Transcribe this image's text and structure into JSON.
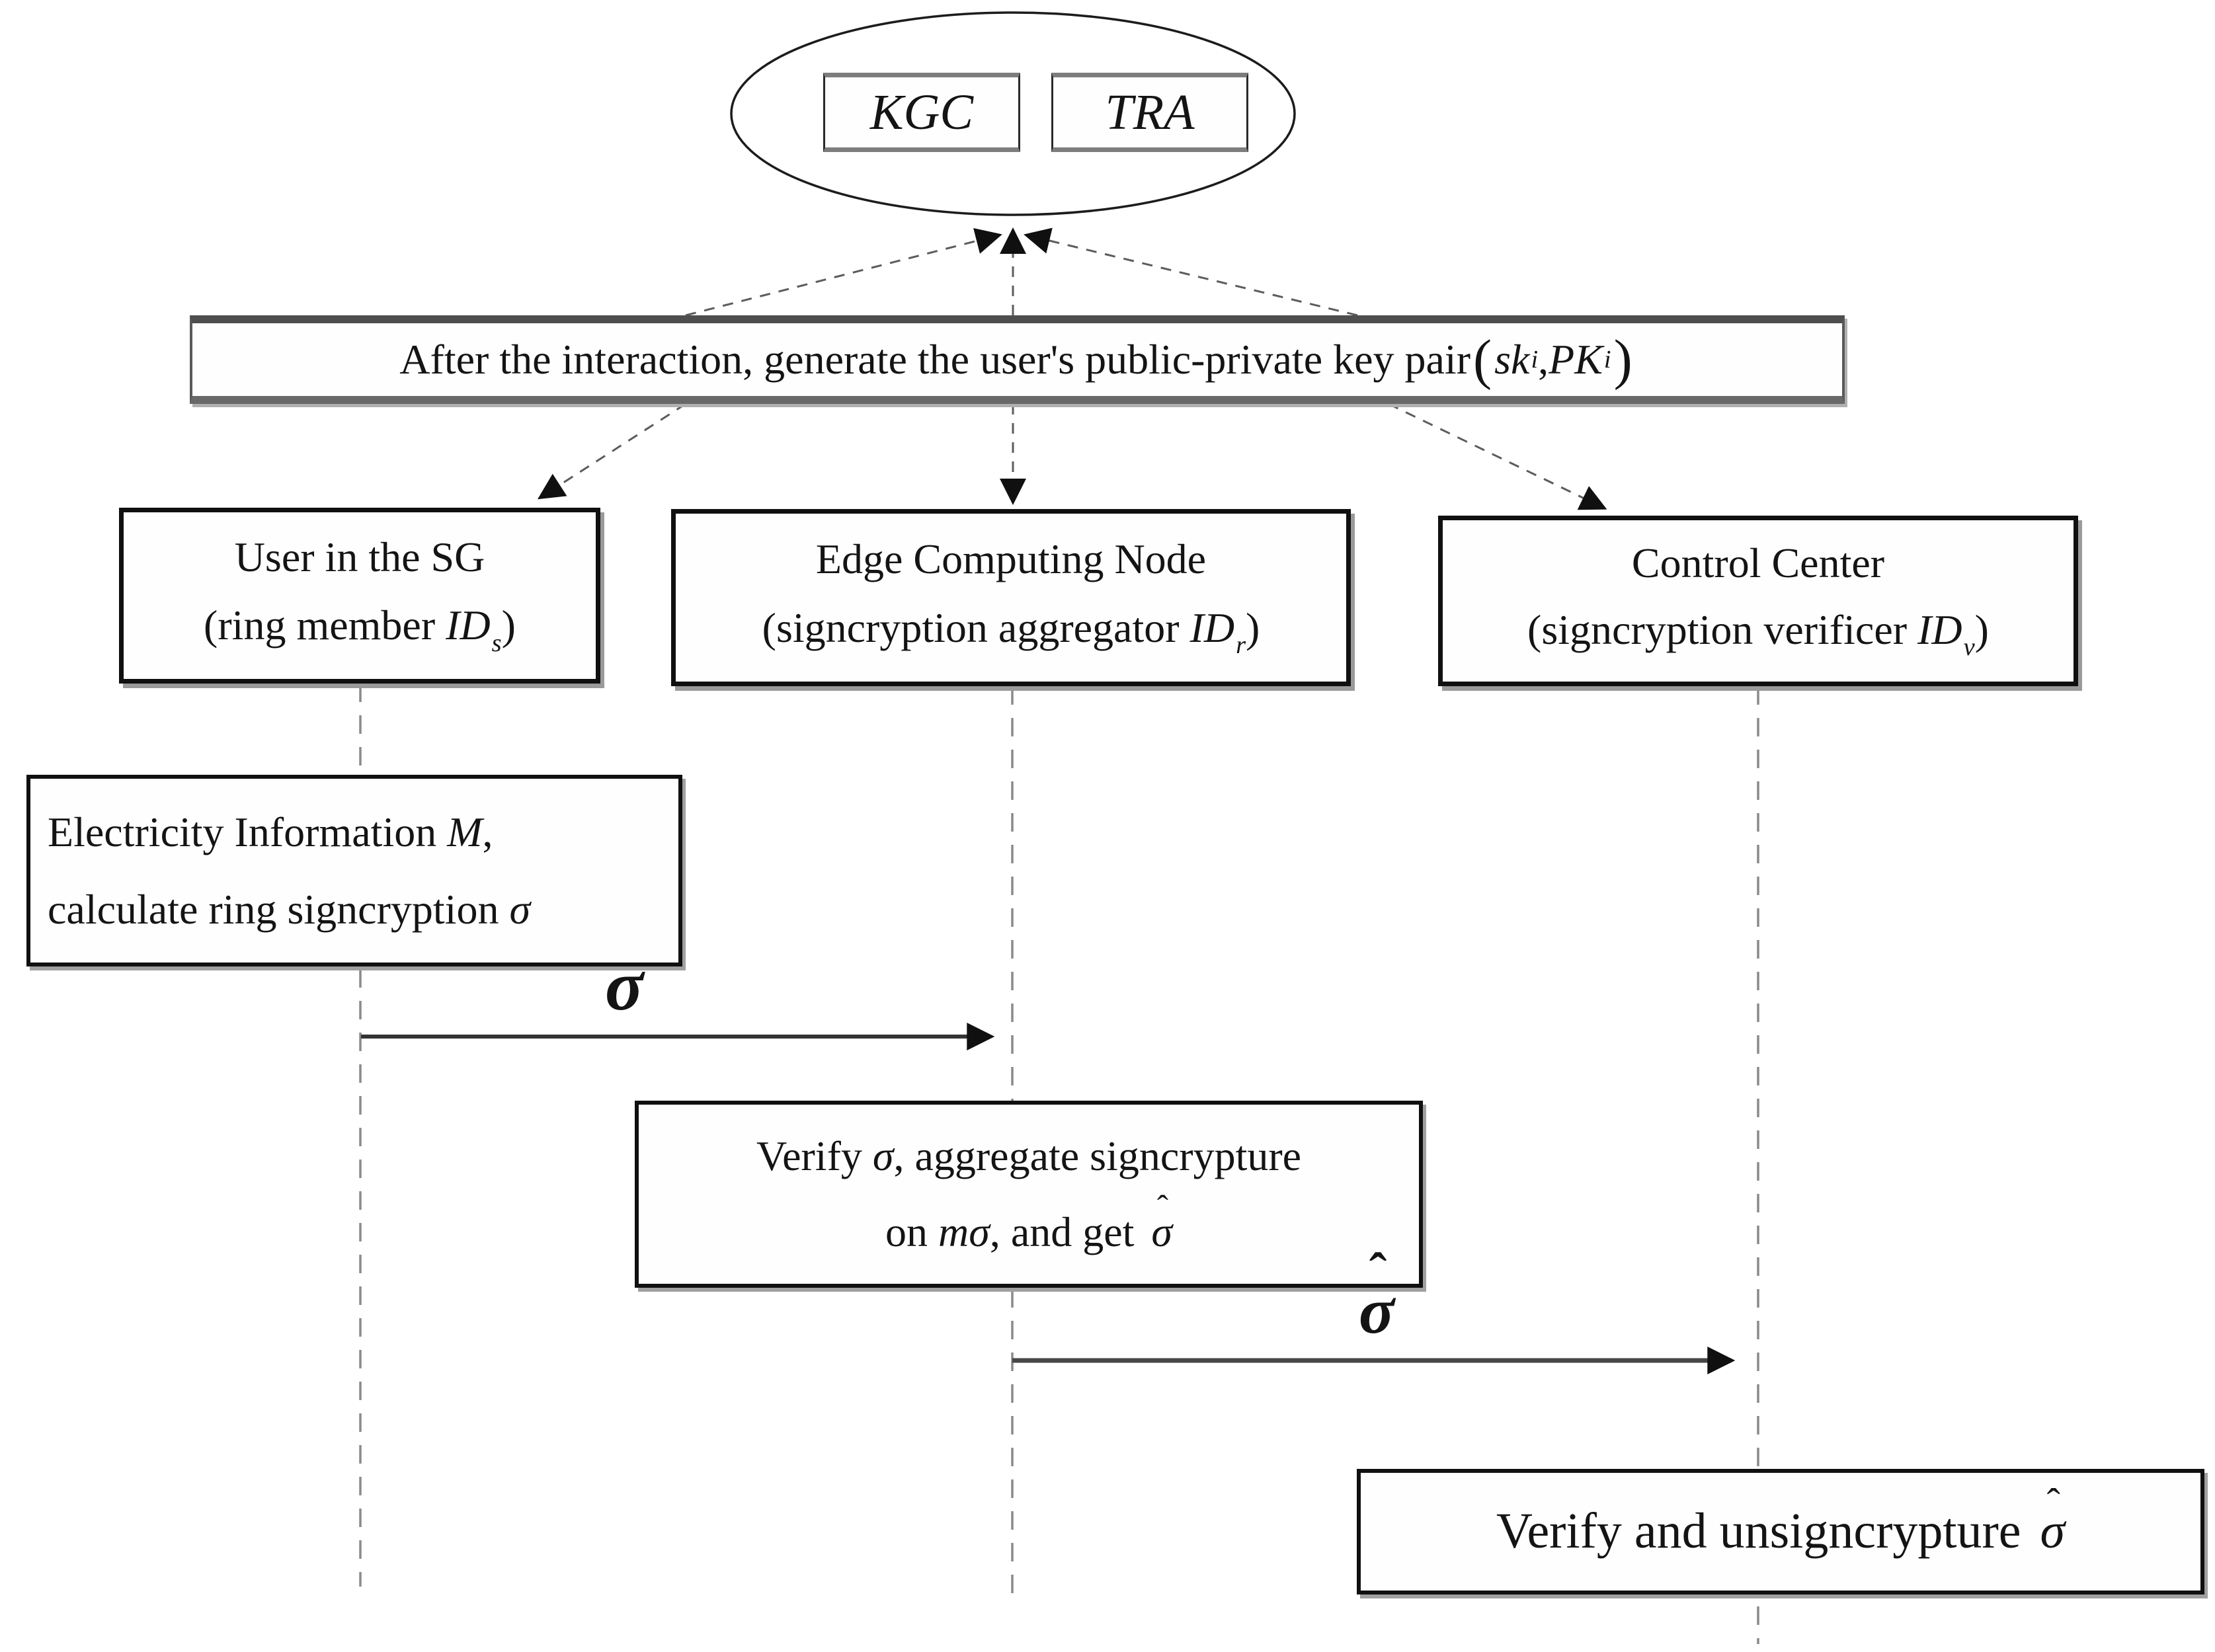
{
  "figure": {
    "authority": {
      "kgc": "KGC",
      "tra": "TRA"
    },
    "keygen_note": {
      "text": "After the interaction, generate the user's public-private key pair ",
      "paren_open": "(",
      "sk": "sk",
      "sk_sub": "i",
      "comma": ",",
      "pk": "PK",
      "pk_sub": "i",
      "paren_close": ")"
    },
    "actors": {
      "user": {
        "title": "User in the SG",
        "role_prefix": "(ring member ",
        "var": "ID",
        "sub": "s",
        "role_suffix": ")"
      },
      "edge": {
        "title": "Edge Computing Node",
        "role_prefix": "(signcryption aggregator ",
        "var": "ID",
        "sub": "r",
        "role_suffix": ")"
      },
      "control": {
        "title": "Control Center",
        "role_prefix": "(signcryption verificer ",
        "var": "ID",
        "sub": "v",
        "role_suffix": ")"
      }
    },
    "steps": {
      "user_step": {
        "l1_text": "Electricity Information ",
        "l1_var": "M",
        "l1_comma": ",",
        "l2_text": "calculate ring signcryption ",
        "l2_var": "σ"
      },
      "edge_step": {
        "l1_pre": "Verify ",
        "l1_var": "σ",
        "l1_post": ", aggregate signcrypture",
        "l2_pre": "on ",
        "l2_var": "mσ",
        "l2_mid": ", and get ",
        "hat_base": "σ",
        "hat_mark": "ˆ"
      },
      "control_step": {
        "pre": "Verify and unsigncrypture ",
        "hat_base": "σ",
        "hat_mark": "ˆ"
      }
    },
    "messages": {
      "m1": {
        "label": "σ"
      },
      "m2": {
        "hat_base": "σ",
        "hat_mark": "ˆ"
      }
    }
  }
}
